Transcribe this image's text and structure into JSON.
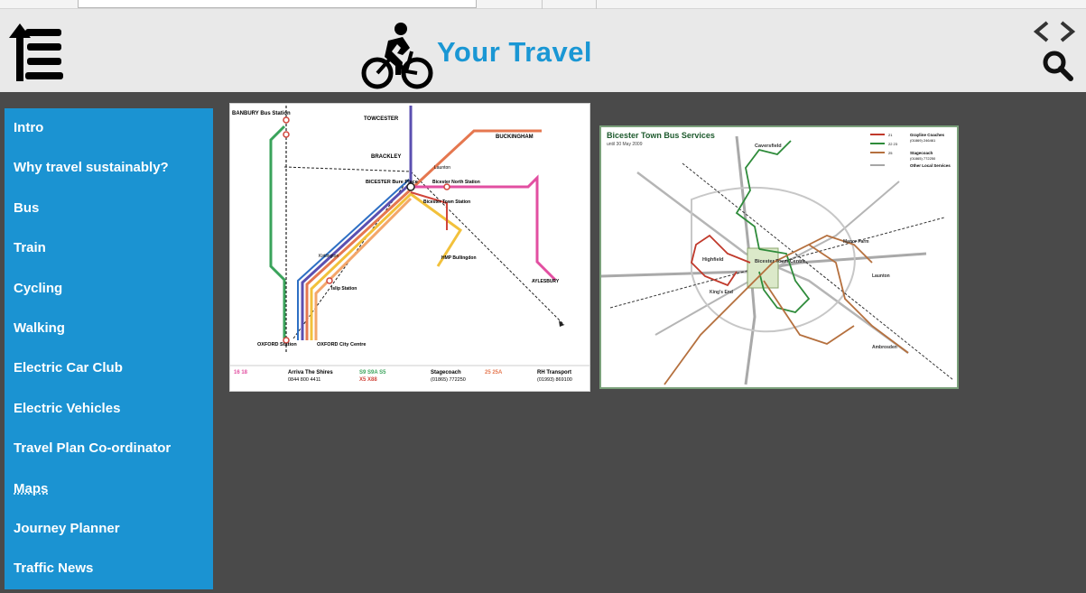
{
  "header": {
    "title": "Your Travel",
    "icons": {
      "menu": "menu-list-icon",
      "logo": "bicycle-icon",
      "prev": "chevron-left-icon",
      "next": "chevron-right-icon",
      "search": "search-icon"
    },
    "title_color": "#1a97d4"
  },
  "sidebar": {
    "bg_color": "#1b93d2",
    "active": "Maps",
    "items": [
      {
        "label": "Intro"
      },
      {
        "label": "Why travel sustainably?"
      },
      {
        "label": "Bus"
      },
      {
        "label": "Train"
      },
      {
        "label": "Cycling"
      },
      {
        "label": "Walking"
      },
      {
        "label": "Electric Car Club"
      },
      {
        "label": "Electric Vehicles"
      },
      {
        "label": "Travel Plan Co-ordinator"
      },
      {
        "label": "Maps"
      },
      {
        "label": "Journey Planner"
      },
      {
        "label": "Traffic News"
      }
    ]
  },
  "maps": {
    "network": {
      "stations": {
        "banbury": "BANBURY Bus Station",
        "towcester": "TOWCESTER",
        "buckingham": "BUCKINGHAM",
        "brackley": "BRACKLEY",
        "bicester": "BICESTER Bure Place",
        "bicester_north": "Bicester North Station",
        "bicester_town": "Bicester Town Station",
        "oxford": "OXFORD Station",
        "oxford_city": "OXFORD City Centre",
        "aylesbury": "AYLESBURY",
        "bullingdon": "HMP Bullingdon",
        "kirtlington": "Kirtlington",
        "launton": "Launton",
        "islip": "Islip Station"
      },
      "footer": {
        "arriva_routes": "16  18",
        "arriva_name": "Arriva The Shires",
        "arriva_phone": "0844 800 4411",
        "arriva_routes2": "S9  S9A  S5",
        "arriva_routes3": "X5  X88",
        "stagecoach_name": "Stagecoach",
        "stagecoach_phone": "(01865) 772250",
        "rh_routes": "25  25A",
        "rh_name": "RH Transport",
        "rh_phone": "(01993) 869100"
      }
    },
    "town": {
      "title": "Bicester Town Bus Services",
      "subtitle": "until 30 May 2009",
      "labels": {
        "centre": "Bicester Town Centre",
        "caversfield": "Caversfield",
        "highfield": "Highfield",
        "kings_end": "King's End",
        "manor_farm": "Manor Farm",
        "launton": "Launton",
        "ambrosden": "Ambrosden"
      },
      "legend": [
        {
          "routes": "21",
          "operator": "Grayline Coaches",
          "phone": "(01869) 246461",
          "color": "#c0392b"
        },
        {
          "routes": "22  23",
          "operator": "",
          "phone": "",
          "color": "#2e8b3a"
        },
        {
          "routes": "25",
          "operator": "Stagecoach",
          "phone": "(01865) 772250",
          "color": "#b5703e"
        },
        {
          "routes": "",
          "operator": "Other Local Services",
          "phone": "",
          "color": "#888888"
        }
      ]
    }
  }
}
